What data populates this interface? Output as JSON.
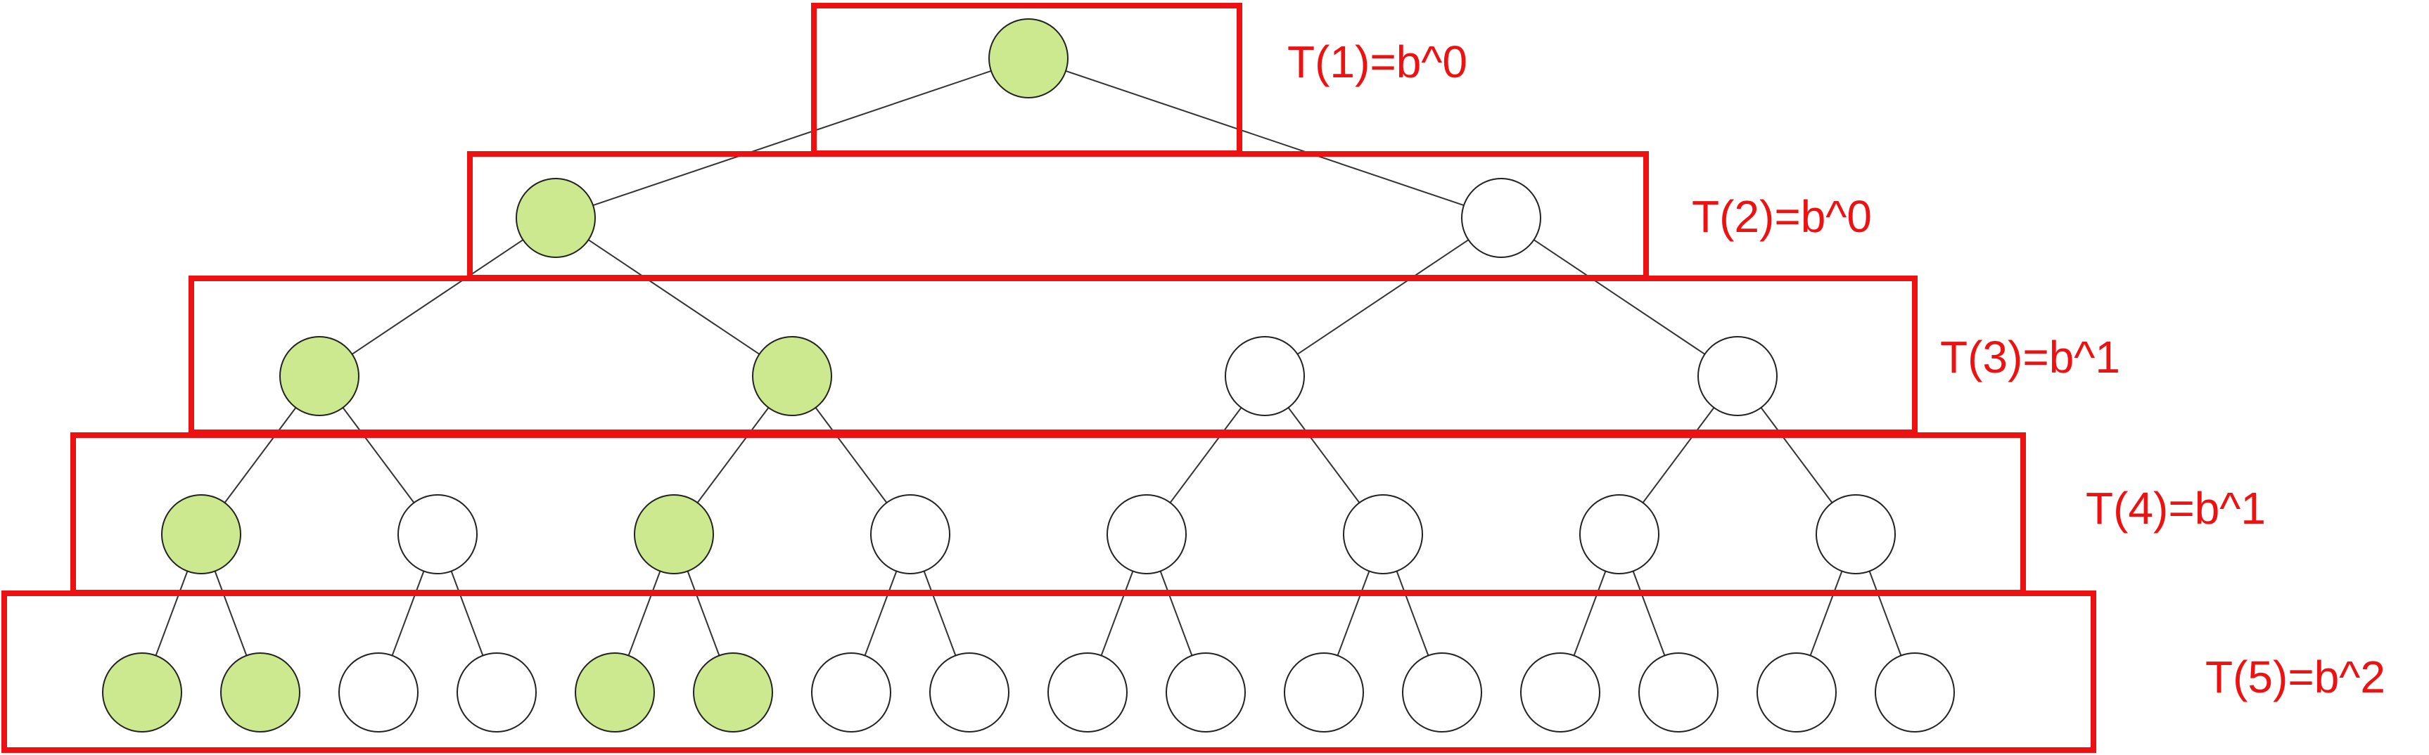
{
  "diagram": {
    "type": "tree",
    "levels": [
      {
        "label": "T(1)=b^0",
        "nodes": [
          "green"
        ]
      },
      {
        "label": "T(2)=b^0",
        "nodes": [
          "green",
          "white"
        ]
      },
      {
        "label": "T(3)=b^1",
        "nodes": [
          "green",
          "green",
          "white",
          "white"
        ]
      },
      {
        "label": "T(4)=b^1",
        "nodes": [
          "green",
          "white",
          "green",
          "white",
          "white",
          "white",
          "white",
          "white"
        ]
      },
      {
        "label": "T(5)=b^2",
        "nodes": [
          "green",
          "green",
          "white",
          "white",
          "green",
          "green",
          "white",
          "white",
          "white",
          "white",
          "white",
          "white",
          "white",
          "white",
          "white",
          "white"
        ]
      }
    ]
  },
  "colors": {
    "highlight_node": "#cde98f",
    "plain_node": "#ffffff",
    "level_box": "#ee1111",
    "label_text": "#ee1111"
  }
}
